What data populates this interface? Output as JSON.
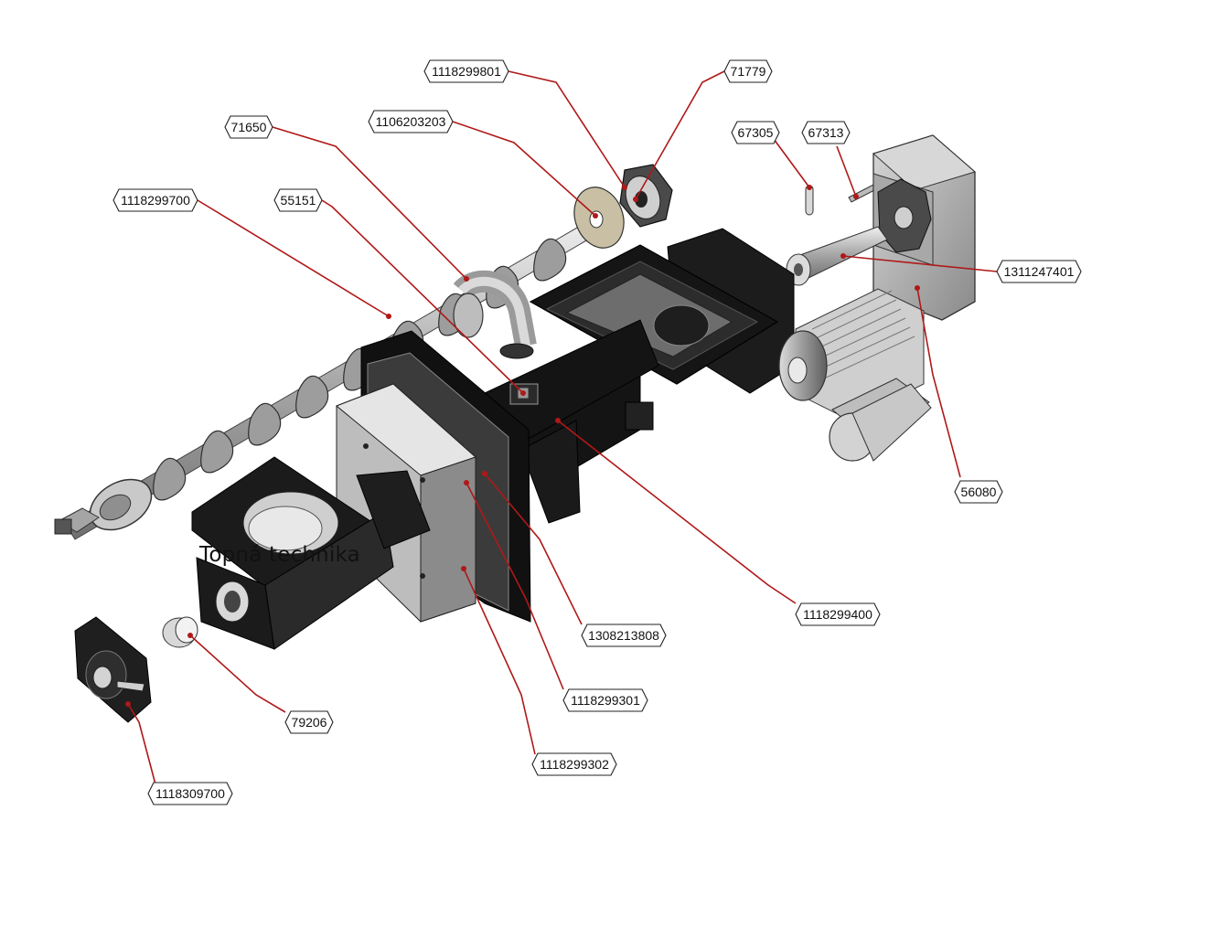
{
  "watermark": "Topná technika",
  "labels": [
    {
      "id": "p1118299801",
      "text": "1118299801"
    },
    {
      "id": "p71779",
      "text": "71779"
    },
    {
      "id": "p71650",
      "text": "71650"
    },
    {
      "id": "p1106203203",
      "text": "1106203203"
    },
    {
      "id": "p67305",
      "text": "67305"
    },
    {
      "id": "p67313",
      "text": "67313"
    },
    {
      "id": "p1118299700",
      "text": "1118299700"
    },
    {
      "id": "p55151",
      "text": "55151"
    },
    {
      "id": "p1311247401",
      "text": "1311247401"
    },
    {
      "id": "p56080",
      "text": "56080"
    },
    {
      "id": "p1118299400",
      "text": "1118299400"
    },
    {
      "id": "p1308213808",
      "text": "1308213808"
    },
    {
      "id": "p1118299301",
      "text": "1118299301"
    },
    {
      "id": "p79206",
      "text": "79206"
    },
    {
      "id": "p1118299302",
      "text": "1118299302"
    },
    {
      "id": "p1118309700",
      "text": "1118309700"
    }
  ],
  "colors": {
    "leader": "#b01818",
    "dark": "#1a1a1a",
    "metal": "#b8b8b8",
    "light": "#e0e0e0"
  }
}
